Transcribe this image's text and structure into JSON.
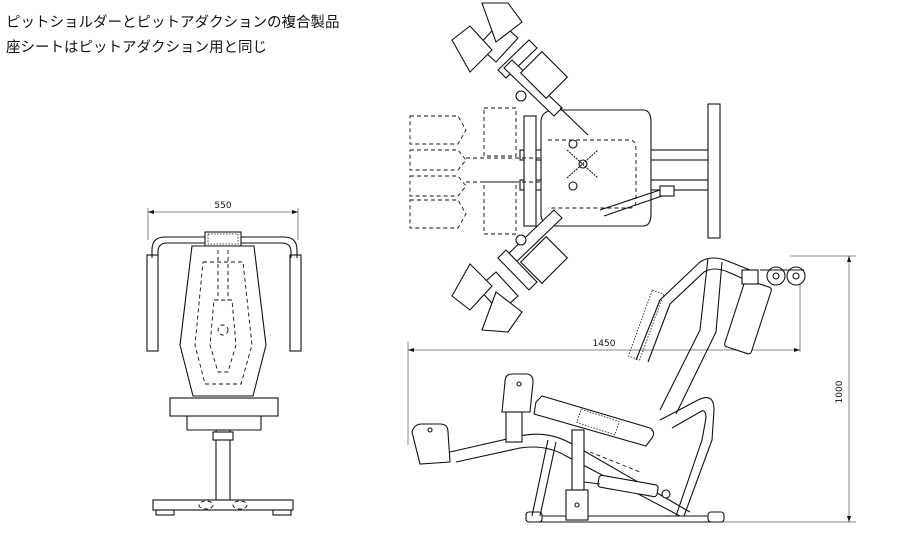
{
  "caption": {
    "line1": "ピットショルダーとピットアダクションの複合製品",
    "line2": "座シートはピットアダクション用と同じ"
  },
  "dimensions": {
    "front_width": "550",
    "side_length": "1450",
    "side_height": "1000"
  },
  "views": {
    "front": "front-view",
    "top": "top-view",
    "side": "side-view"
  }
}
